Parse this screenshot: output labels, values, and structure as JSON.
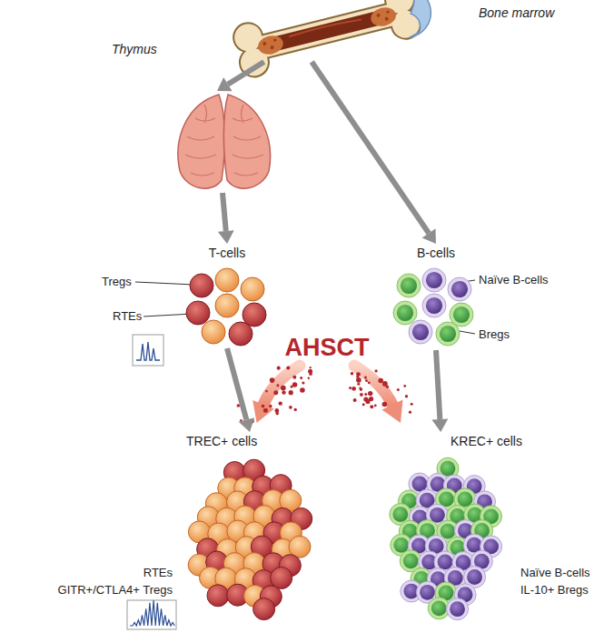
{
  "diagram": {
    "nodes": [
      {
        "text": [
          "Bone marrow"
        ]
      },
      {
        "text": [
          "Thymus"
        ]
      },
      {
        "text": [
          "T-cells"
        ]
      },
      {
        "text": [
          "B-cells"
        ]
      },
      {
        "text": [
          "TREC+ cells"
        ]
      },
      {
        "text": [
          "KREC+ cells"
        ]
      }
    ],
    "edges": [
      {
        "from": 0,
        "to": 1,
        "arrow": "to"
      },
      {
        "from": 0,
        "to": 3,
        "arrow": "to"
      },
      {
        "from": 1,
        "to": 2,
        "arrow": "to"
      },
      {
        "from": 2,
        "to": 4,
        "arrow": "to"
      },
      {
        "from": 3,
        "to": 5,
        "arrow": "to"
      }
    ],
    "labels": [
      "Tregs",
      "RTEs",
      "Naïve B-cells",
      "Bregs",
      "AHSCT",
      "RTEs",
      "GITR+/CTLA4+ Tregs",
      "Naïve B-cells",
      "IL-10+ Bregs"
    ]
  }
}
